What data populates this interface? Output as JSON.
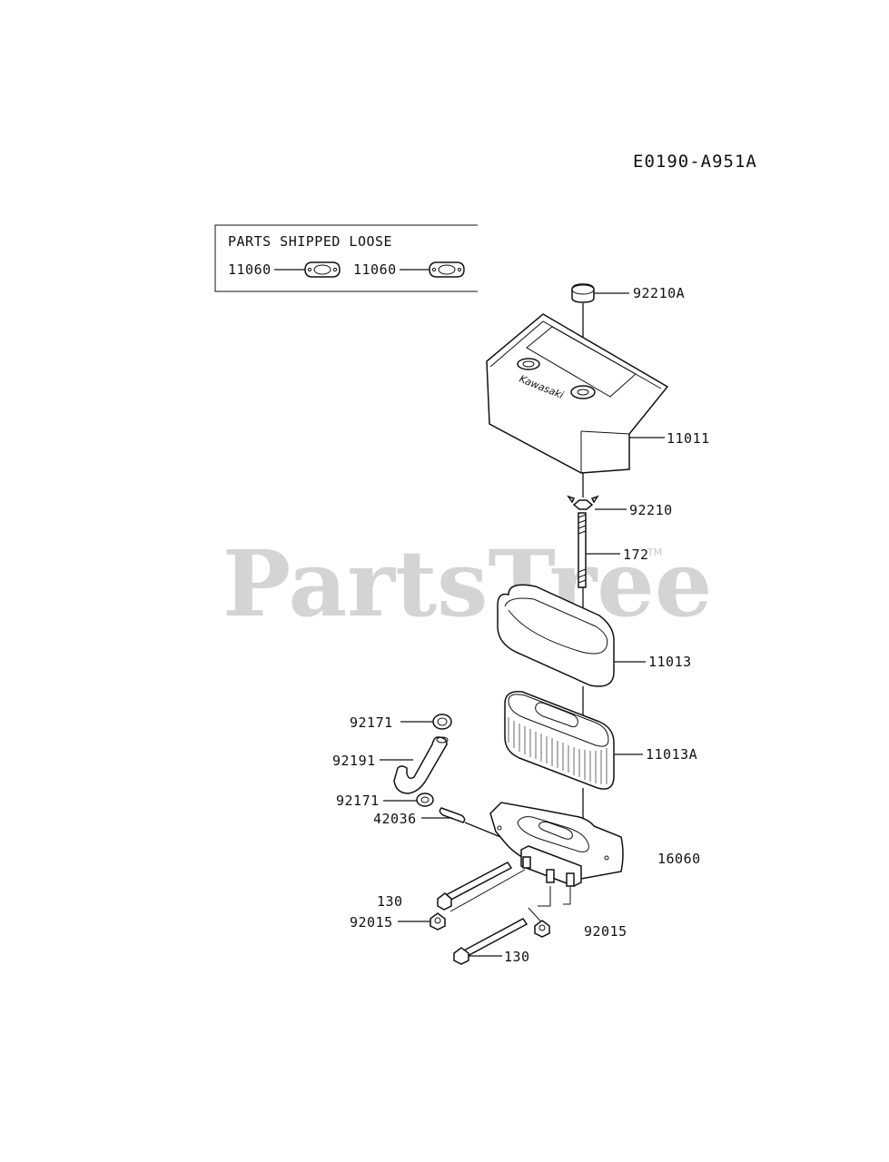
{
  "diagram": {
    "code": "E0190-A951A",
    "watermark": "PartsTree",
    "watermark_mark": "TM",
    "loose_box": {
      "title": "PARTS SHIPPED LOOSE",
      "items": [
        "11060",
        "11060"
      ]
    },
    "labels": {
      "p92210A": "92210A",
      "p11011": "11011",
      "p92210": "92210",
      "p172": "172",
      "p11013": "11013",
      "p11013A": "11013A",
      "p92171a": "92171",
      "p92191": "92191",
      "p92171b": "92171",
      "p42036": "42036",
      "p16060": "16060",
      "p130a": "130",
      "p92015a": "92015",
      "p92015b": "92015",
      "p130b": "130"
    },
    "cover_brand": "Kawasaki"
  }
}
